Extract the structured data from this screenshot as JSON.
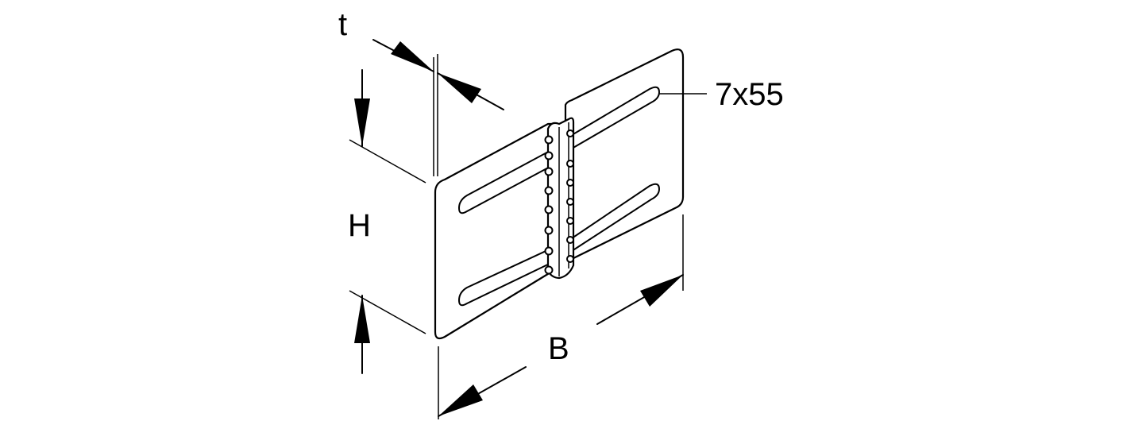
{
  "labels": {
    "thickness": "t",
    "height": "H",
    "width": "B",
    "slot_size": "7x55"
  },
  "colors": {
    "line": "#000000",
    "background": "#ffffff"
  }
}
